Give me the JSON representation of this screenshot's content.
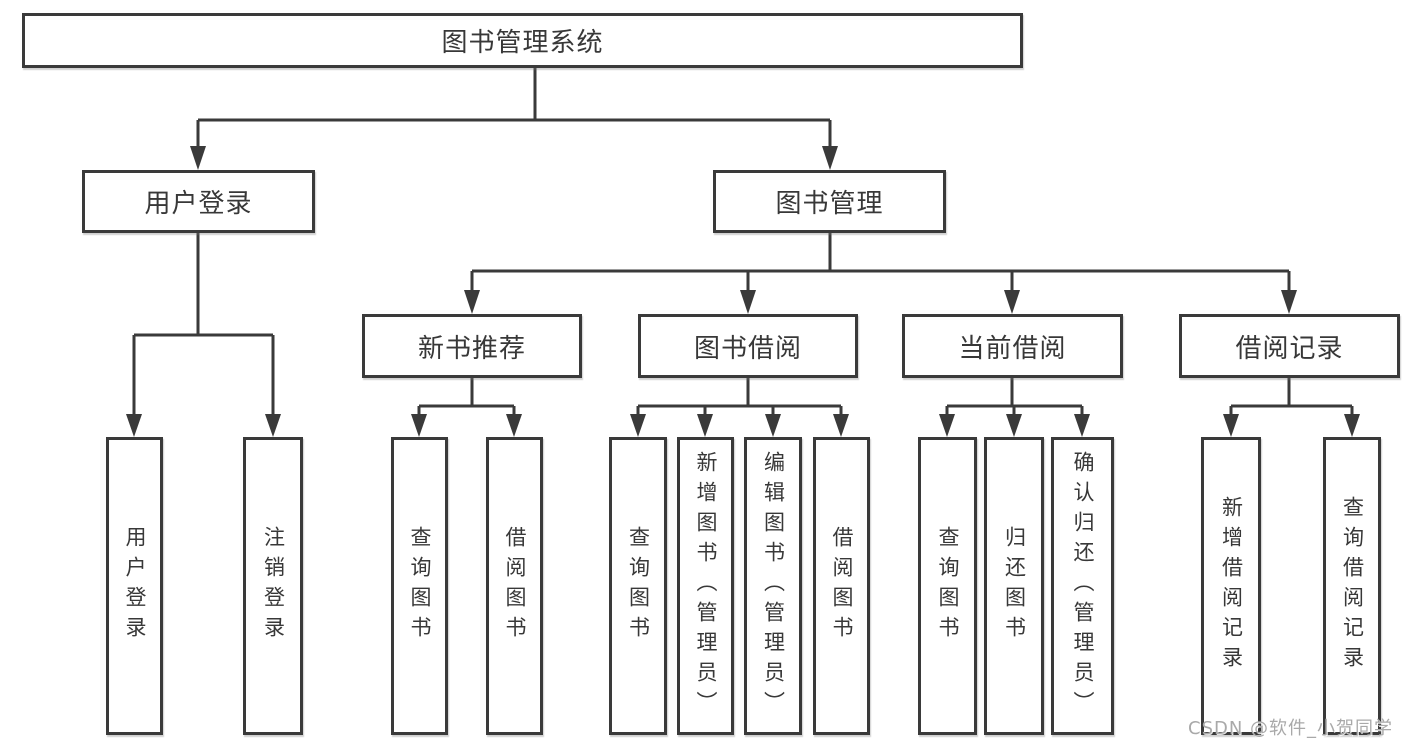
{
  "tree": {
    "root": {
      "label": "图书管理系统"
    },
    "branches": [
      {
        "label": "用户登录",
        "children": [
          {
            "label": "用户登录"
          },
          {
            "label": "注销登录"
          }
        ]
      },
      {
        "label": "图书管理",
        "children": [
          {
            "label": "新书推荐",
            "children": [
              {
                "label": "查询图书"
              },
              {
                "label": "借阅图书"
              }
            ]
          },
          {
            "label": "图书借阅",
            "children": [
              {
                "label": "查询图书"
              },
              {
                "label": "新增图书（管理员）"
              },
              {
                "label": "编辑图书（管理员）"
              },
              {
                "label": "借阅图书"
              }
            ]
          },
          {
            "label": "当前借阅",
            "children": [
              {
                "label": "查询图书"
              },
              {
                "label": "归还图书"
              },
              {
                "label": "确认归还（管理员）"
              }
            ]
          },
          {
            "label": "借阅记录",
            "children": [
              {
                "label": "新增借阅记录"
              },
              {
                "label": "查询借阅记录"
              }
            ]
          }
        ]
      }
    ]
  },
  "watermark": {
    "text": "CSDN @软件_小贺同学",
    "color": "#a9a9a9"
  },
  "colors": {
    "line": "#3a3a3a",
    "text": "#383838",
    "background": "#ffffff"
  }
}
